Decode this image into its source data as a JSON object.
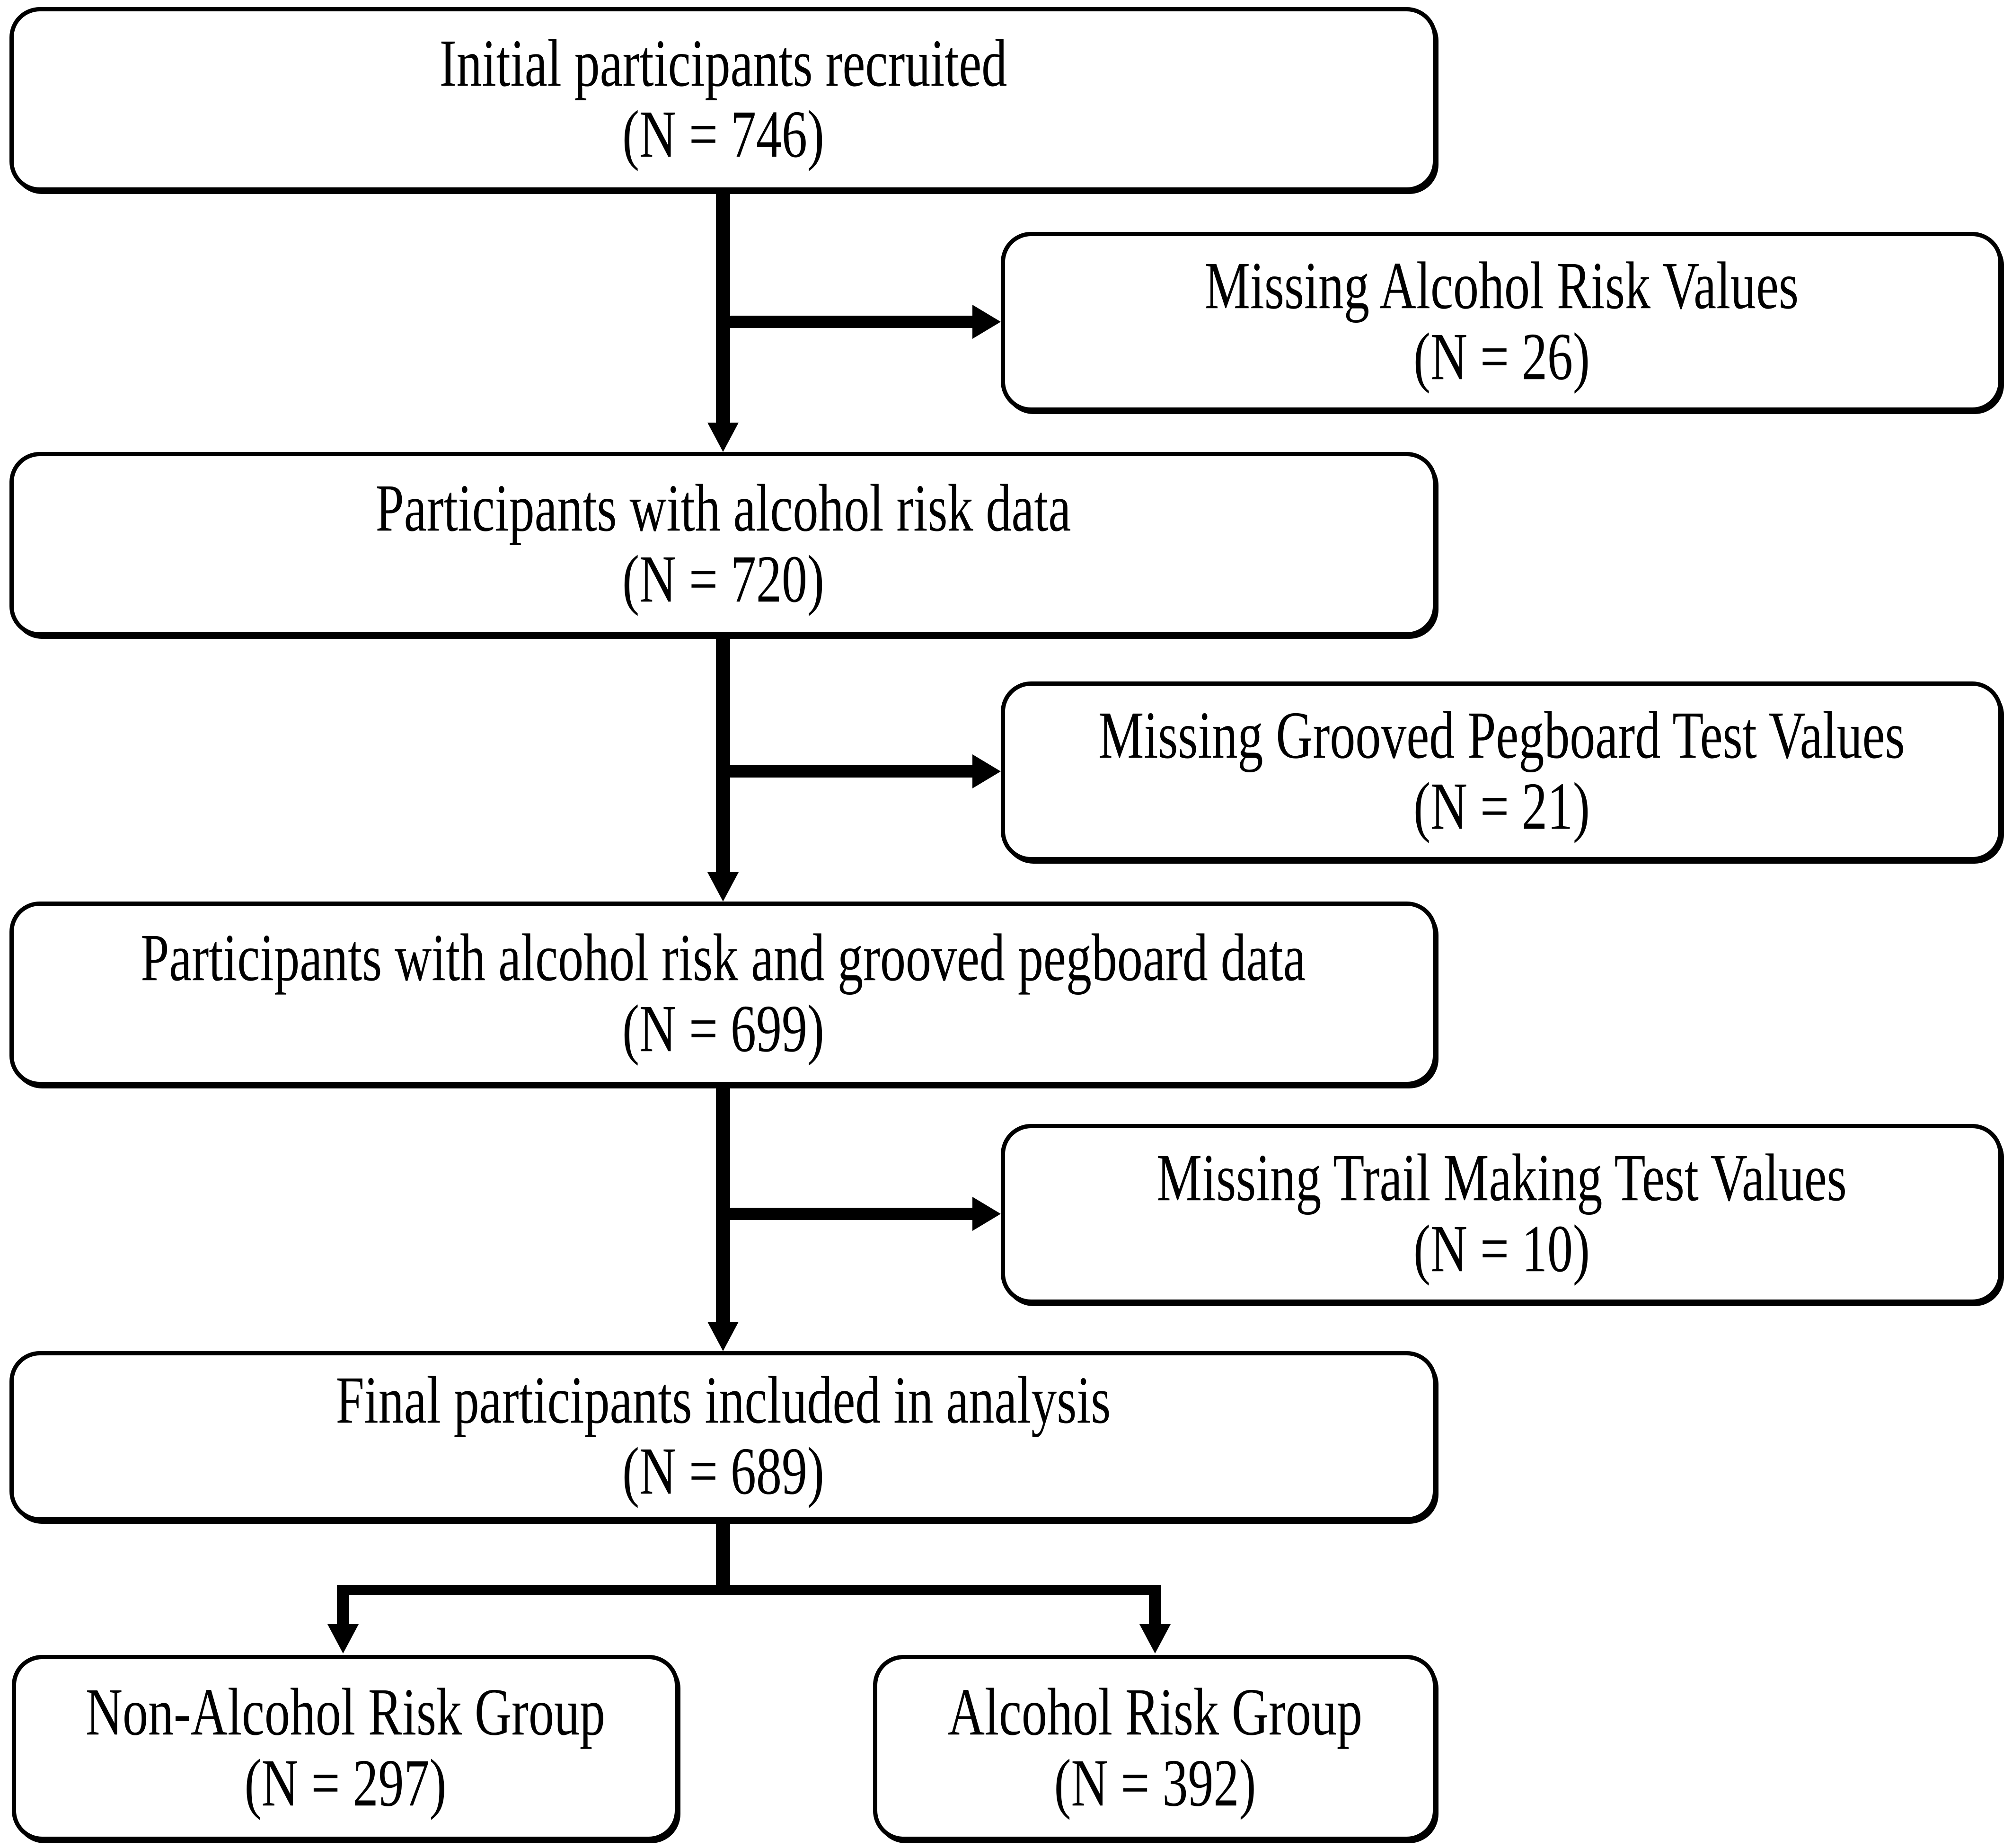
{
  "figure": {
    "type": "flowchart",
    "background_color": "#ffffff",
    "line_color": "#000000"
  },
  "flow": {
    "main": [
      {
        "label": "Initial participants recruited",
        "n": "(N = 746)"
      },
      {
        "label": "Participants with alcohol risk data",
        "n": "(N = 720)"
      },
      {
        "label": "Participants with alcohol risk and grooved pegboard data",
        "n": "(N = 699)"
      },
      {
        "label": "Final participants included in analysis",
        "n": "(N = 689)"
      }
    ],
    "exclusions": [
      {
        "label": "Missing Alcohol Risk Values",
        "n": "(N = 26)"
      },
      {
        "label": "Missing Grooved Pegboard Test Values",
        "n": "(N = 21)"
      },
      {
        "label": "Missing Trail Making Test Values",
        "n": "(N = 10)"
      }
    ],
    "groups": [
      {
        "label": "Non-Alcohol Risk Group",
        "n": "(N = 297)"
      },
      {
        "label": "Alcohol Risk Group",
        "n": "(N = 392)"
      }
    ]
  }
}
